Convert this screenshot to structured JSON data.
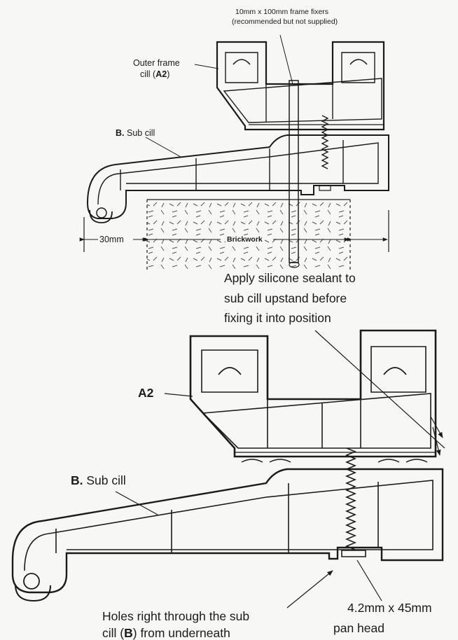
{
  "diagram": {
    "top": {
      "fixer_line1": "10mm x 100mm frame fixers",
      "fixer_line2": "(recommended but not supplied)",
      "outer_frame_line1": "Outer frame",
      "outer_frame_line2_prefix": "cill (",
      "outer_frame_line2_code": "A2",
      "outer_frame_line2_suffix": ")",
      "sub_cill_code": "B.",
      "sub_cill_text": "Sub cill",
      "dim_30mm": "30mm",
      "brickwork": "Brickwork"
    },
    "bottom": {
      "silicone_line1": "Apply silicone sealant to",
      "silicone_line2": "sub cill upstand before",
      "silicone_line3": "fixing it into position",
      "a2_label": "A2",
      "sub_cill_code": "B.",
      "sub_cill_text": "Sub cill",
      "holes_line1": "Holes right through the sub",
      "holes_line2_prefix": "cill (",
      "holes_line2_code": "B",
      "holes_line2_suffix": ") from underneath",
      "screw_line1": "4.2mm x 45mm",
      "screw_line2": "pan head"
    }
  }
}
